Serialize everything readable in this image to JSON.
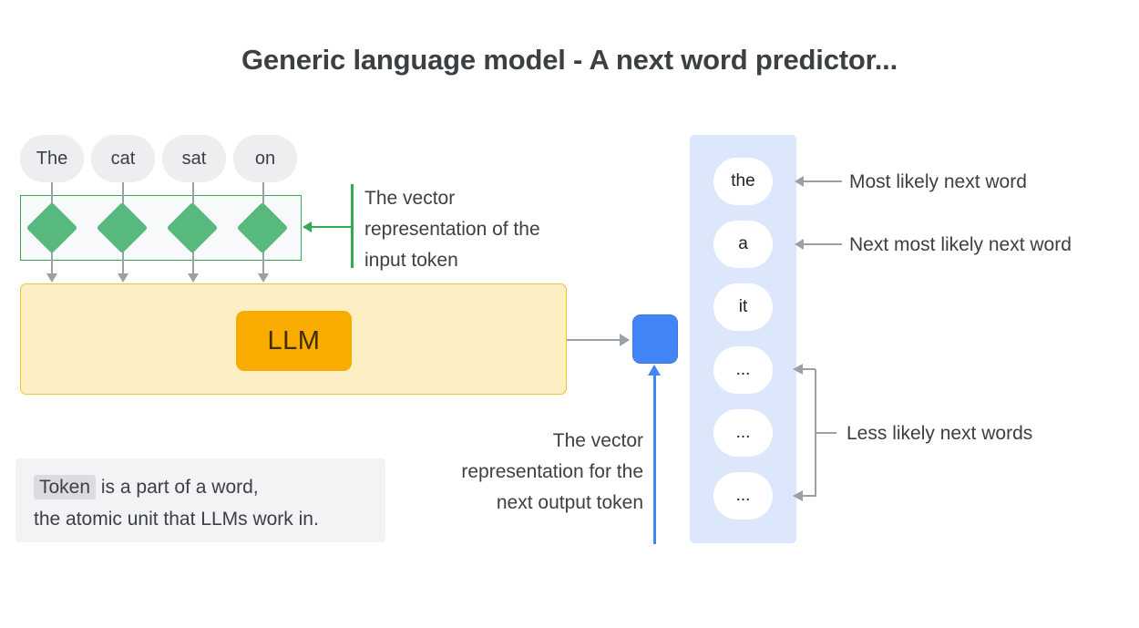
{
  "slide": {
    "title": "Generic language model - A next word predictor..."
  },
  "input": {
    "tokens": [
      {
        "label": "The"
      },
      {
        "label": "cat"
      },
      {
        "label": "sat"
      },
      {
        "label": "on"
      }
    ],
    "vector_count": 4,
    "annotation": "The vector representation of the input token"
  },
  "model": {
    "label": "LLM"
  },
  "output": {
    "annotation": "The vector representation for the next output token",
    "candidates": [
      {
        "label": "the"
      },
      {
        "label": "a"
      },
      {
        "label": "it"
      },
      {
        "label": "..."
      },
      {
        "label": "..."
      },
      {
        "label": "..."
      }
    ],
    "labels": {
      "most_likely": "Most likely next word",
      "next_most_likely": "Next most likely next word",
      "less_likely": "Less likely next words"
    }
  },
  "callout": {
    "keyword": "Token",
    "line1_rest": " is a part of a word,",
    "line2": "the atomic unit that LLMs work in."
  },
  "colors": {
    "green": "#34a853",
    "diamond_green": "#57b97e",
    "yellow_fill": "#fcefc3",
    "yellow_border": "#f2c230",
    "llm_gold": "#f9ab00",
    "blue": "#4285f4",
    "panel_blue": "#dde7fb",
    "gray_line": "#9aa0a6",
    "chip_gray": "#eceef0",
    "callout_gray": "#f1f3f4",
    "text": "#3c4043"
  }
}
